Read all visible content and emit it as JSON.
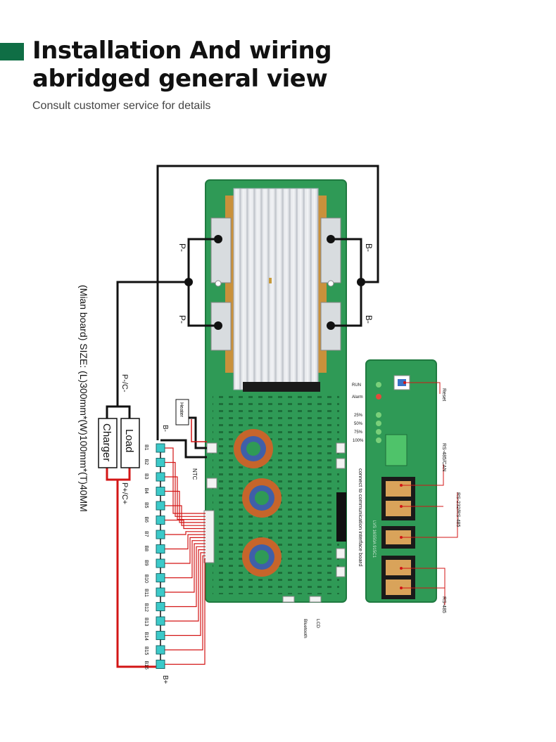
{
  "header": {
    "title_line1": "Installation And wiring",
    "title_line2": "abridged general view",
    "subtitle": "Consult customer service for details"
  },
  "main_board": {
    "size_text": "(Mian board) SIZE: (L)300mm*(W)100mm*(T)40MM",
    "p_minus_top": "P-",
    "p_minus_bottom": "P-",
    "b_minus_top": "B-",
    "b_minus_bottom": "B-",
    "heater": "Heater",
    "b_minus_cell": "B-",
    "ntc": "NTC",
    "connect_label": "connect to communication interface board",
    "bluetooth": "Bluetooth",
    "lcd": "LCD"
  },
  "external": {
    "charger": "Charger",
    "load": "Load",
    "p_minus_c_minus": "P-/C-",
    "p_plus_c_plus": "P+/C+"
  },
  "cells": {
    "labels": [
      "B1",
      "B2",
      "B3",
      "B4",
      "B5",
      "B6",
      "B7",
      "B8",
      "B9",
      "B10",
      "B11",
      "B12",
      "B13",
      "B14",
      "B15",
      "B16"
    ],
    "b_plus": "B+"
  },
  "comm_board": {
    "run": "RUN",
    "alarm": "Alarm",
    "soc": [
      "25%",
      "50%",
      "75%",
      "100%"
    ],
    "reset": "Reset",
    "rs485_can": "RS-485/CAN",
    "rs232_rs485": "RS-232/RS-485",
    "rs485": "RS-485",
    "pcb_text": "LVS 16S50A 915C1"
  },
  "colors": {
    "accent": "#0f6e45",
    "pcb": "#2f9a56",
    "wire_black": "#111111",
    "wire_red": "#d31515",
    "cell": "#3cc9c9"
  }
}
